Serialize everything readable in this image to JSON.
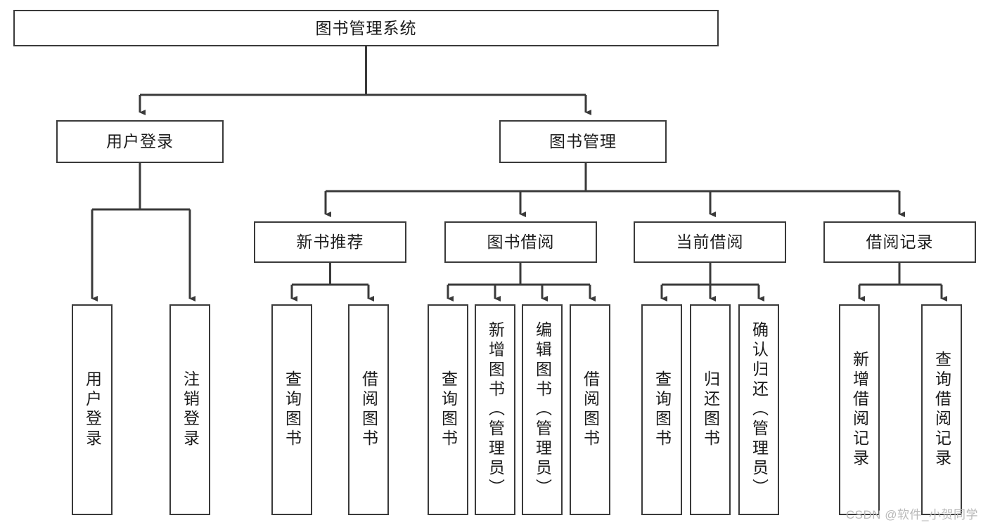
{
  "diagram": {
    "type": "tree-hierarchy",
    "title": "图书管理系统",
    "watermark": "CSDN @软件_小贺同学",
    "colors": {
      "box_stroke": "#3a3a3a",
      "connector": "#3a3a3a",
      "background": "#ffffff",
      "text": "#1b1b1b",
      "watermark": "#b9b9b9"
    },
    "root": {
      "label": "图书管理系统"
    },
    "level2": [
      {
        "label": "用户登录"
      },
      {
        "label": "图书管理"
      }
    ],
    "level3": [
      {
        "label": "新书推荐"
      },
      {
        "label": "图书借阅"
      },
      {
        "label": "当前借阅"
      },
      {
        "label": "借阅记录"
      }
    ],
    "leaves": {
      "user_login": [
        {
          "label": "用户登录"
        },
        {
          "label": "注销登录"
        }
      ],
      "new_book_recommend": [
        {
          "label": "查询图书"
        },
        {
          "label": "借阅图书"
        }
      ],
      "book_borrow": [
        {
          "label": "查询图书"
        },
        {
          "label": "新增图书（管理员）"
        },
        {
          "label": "编辑图书（管理员）"
        },
        {
          "label": "借阅图书"
        }
      ],
      "current_borrow": [
        {
          "label": "查询图书"
        },
        {
          "label": "归还图书"
        },
        {
          "label": "确认归还（管理员）"
        }
      ],
      "borrow_record": [
        {
          "label": "新增借阅记录"
        },
        {
          "label": "查询借阅记录"
        }
      ]
    }
  }
}
